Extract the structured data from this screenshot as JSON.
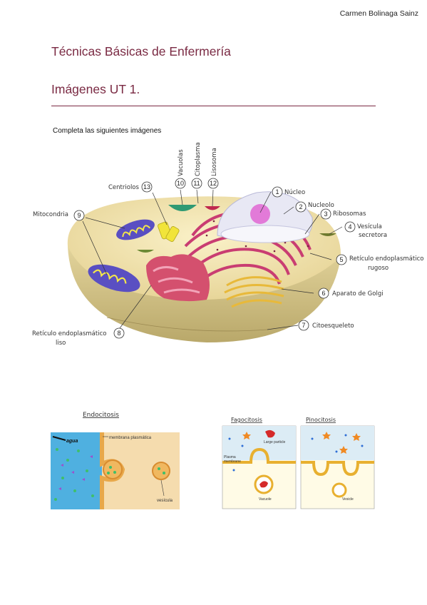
{
  "header": {
    "author": "Carmen Bolinaga Sainz"
  },
  "title": "Técnicas Básicas de Enfermería",
  "subtitle": "Imágenes UT 1.",
  "instructions": "Completa las siguientes imágenes",
  "cell_labels": [
    {
      "n": "1",
      "text": "Núcleo"
    },
    {
      "n": "2",
      "text": "Nucleolo"
    },
    {
      "n": "3",
      "text": "Ribosomas"
    },
    {
      "n": "4",
      "text_1": "Vesícula",
      "text_2": "secretora"
    },
    {
      "n": "5",
      "text_1": "Retículo endoplasmático",
      "text_2": "rugoso"
    },
    {
      "n": "6",
      "text": "Aparato de Golgi"
    },
    {
      "n": "7",
      "text": "Citoesqueleto"
    },
    {
      "n": "8",
      "text_1": "Retículo endoplasmático",
      "text_2": "liso"
    },
    {
      "n": "9",
      "text": "Mitocondria"
    },
    {
      "n": "10",
      "text": "Vacuolas"
    },
    {
      "n": "11",
      "text": "Citoplasma"
    },
    {
      "n": "12",
      "text": "Lisosoma"
    },
    {
      "n": "13",
      "text": "Centriolos"
    }
  ],
  "endocitosis": {
    "heading": "Endocitosis",
    "agua": "agua",
    "membrana": "membrana plasmática",
    "vesicula": "vesícula"
  },
  "fagocitosis": {
    "heading": "Fagocitosis",
    "large_particle": "Large particle",
    "plasma_membrane_1": "Plasma",
    "plasma_membrane_2": "membrane",
    "vacuole": "Vacuole"
  },
  "pinocitosis": {
    "heading": "Pinocitosis",
    "vesicle": "Vesicle"
  },
  "colors": {
    "title": "#7a2a43",
    "cytoplasm": "#f2e4ae",
    "cell_side": "#d9c98c",
    "er": "#d8487e",
    "water": "#4fb0e0",
    "membrane": "#e8a84a"
  }
}
